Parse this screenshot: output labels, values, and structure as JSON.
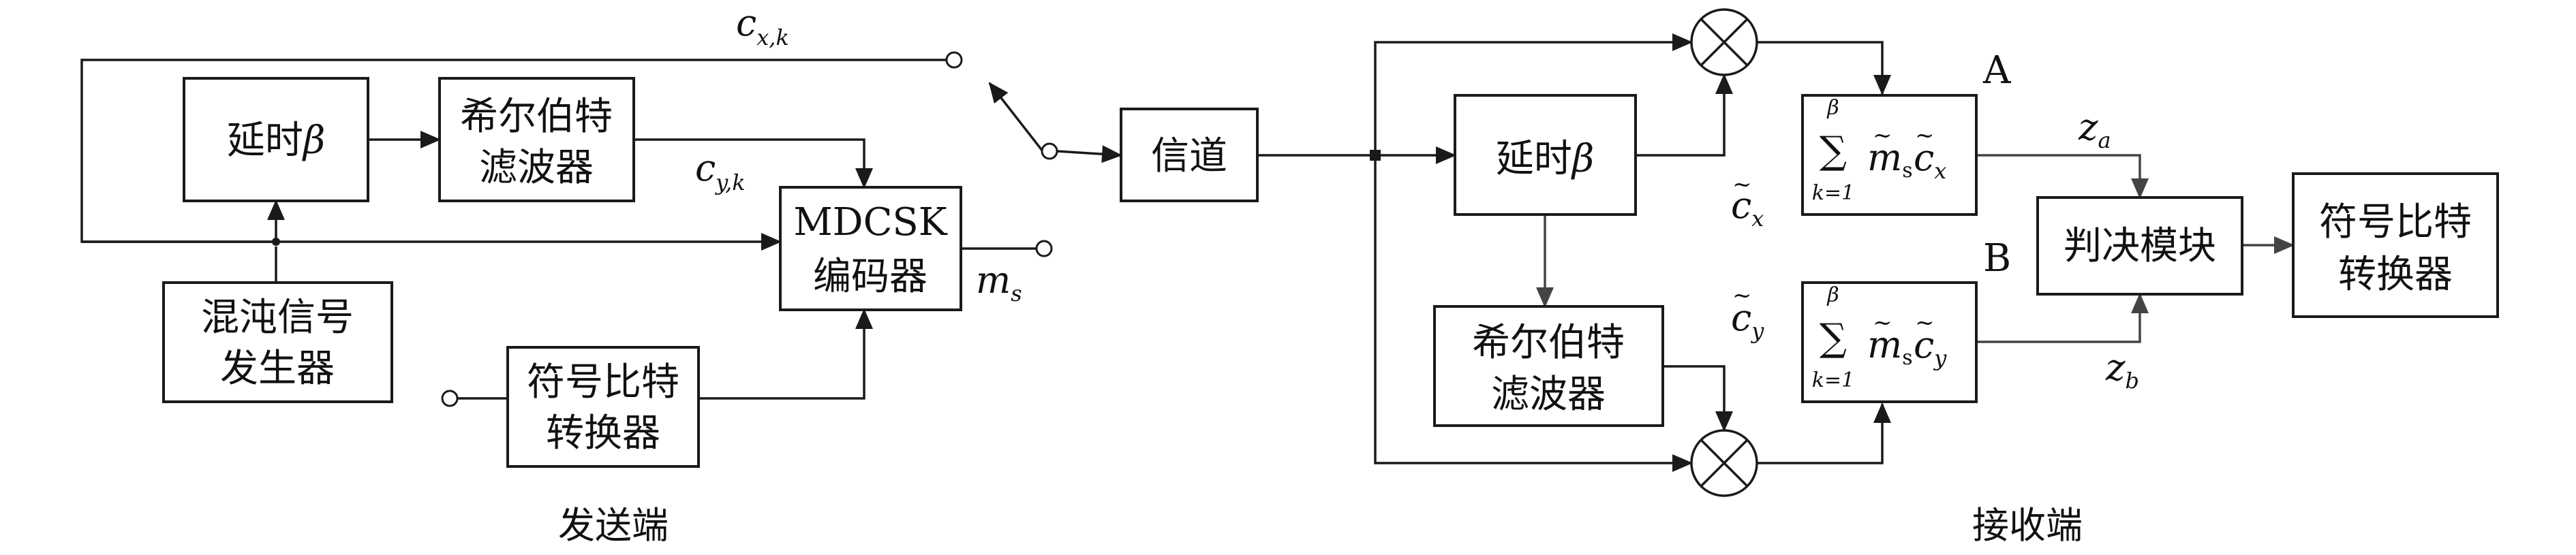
{
  "transmitter": {
    "chaos_line1": "混沌信号",
    "chaos_line2": "发生器",
    "delay": "延时",
    "hilbert_line1": "希尔伯特",
    "hilbert_line2": "滤波器",
    "encoder_line1": "MDCSK",
    "encoder_line2": "编码器",
    "s2b_line1": "符号比特",
    "s2b_line2": "转换器",
    "caption": "发送端"
  },
  "channel": "信道",
  "receiver": {
    "delay": "延时",
    "hilbert_line1": "希尔伯特",
    "hilbert_line2": "滤波器",
    "decision": "判决模块",
    "s2b_line1": "符号比特",
    "s2b_line2": "转换器",
    "label_a": "A",
    "label_b": "B",
    "caption": "接收端"
  },
  "math": {
    "beta": "β",
    "c": "c",
    "cx_sub": "x,k",
    "cy_sub": "y,k",
    "m": "m",
    "s_sub": "s",
    "x_sub": "x",
    "y_sub": "y",
    "tilde": "~",
    "sum": "∑",
    "k_eq_1": "k=1",
    "s_roman": "s",
    "z": "z",
    "a_sub": "a",
    "b_sub": "b"
  }
}
